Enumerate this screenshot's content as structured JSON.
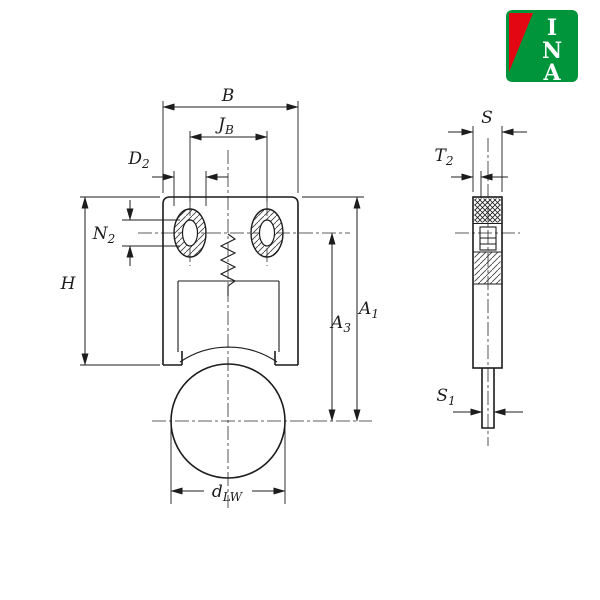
{
  "drawing": {
    "type": "bearing-dimension-drawing"
  },
  "colors": {
    "line": "#1c1c1c",
    "background": "#ffffff",
    "logo_green": "#00953b",
    "logo_red": "#e30613",
    "logo_text": "#ffffff"
  },
  "logo": {
    "letters": [
      "I",
      "N",
      "A"
    ]
  },
  "front_view": {
    "labels": {
      "B": {
        "main": "B",
        "sub": ""
      },
      "JB": {
        "main": "J",
        "sub": "B"
      },
      "D2": {
        "main": "D",
        "sub": "2"
      },
      "N2": {
        "main": "N",
        "sub": "2"
      },
      "H": {
        "main": "H",
        "sub": ""
      },
      "A3": {
        "main": "A",
        "sub": "3"
      },
      "A1": {
        "main": "A",
        "sub": "1"
      },
      "dLW": {
        "main": "d",
        "sub": "LW"
      }
    }
  },
  "side_view": {
    "labels": {
      "S": {
        "main": "S",
        "sub": ""
      },
      "T2": {
        "main": "T",
        "sub": "2"
      },
      "S1": {
        "main": "S",
        "sub": "1"
      }
    }
  }
}
